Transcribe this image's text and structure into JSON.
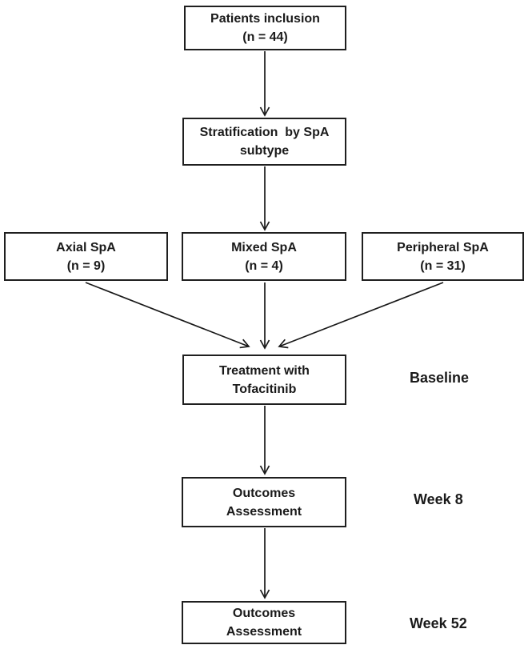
{
  "colors": {
    "background": "#ffffff",
    "box_border": "#1f1f1f",
    "text": "#1a1a1a",
    "arrow": "#1a1a1a"
  },
  "nodes": {
    "patients": {
      "line1": "Patients inclusion",
      "line2": "(n = 44)",
      "n": 44
    },
    "stratification": {
      "line1": "Stratification  by SpA",
      "line2": "subtype"
    },
    "axial": {
      "line1": "Axial SpA",
      "line2": "(n = 9)",
      "n": 9
    },
    "mixed": {
      "line1": "Mixed SpA",
      "line2": "(n = 4)",
      "n": 4
    },
    "peripheral": {
      "line1": "Peripheral SpA",
      "line2": "(n = 31)",
      "n": 31
    },
    "treatment": {
      "line1": "Treatment with",
      "line2": "Tofacitinib"
    },
    "outcomes_week8": {
      "line1": "Outcomes",
      "line2": "Assessment"
    },
    "outcomes_week52": {
      "line1": "Outcomes",
      "line2": "Assessment"
    }
  },
  "timepoints": {
    "baseline": "Baseline",
    "week8": "Week 8",
    "week52": "Week 52"
  },
  "edges": [
    {
      "from": "patients",
      "to": "stratification"
    },
    {
      "from": "stratification",
      "to": "mixed"
    },
    {
      "from": "axial",
      "to": "treatment"
    },
    {
      "from": "mixed",
      "to": "treatment"
    },
    {
      "from": "peripheral",
      "to": "treatment"
    },
    {
      "from": "treatment",
      "to": "outcomes_week8"
    },
    {
      "from": "outcomes_week8",
      "to": "outcomes_week52"
    }
  ]
}
